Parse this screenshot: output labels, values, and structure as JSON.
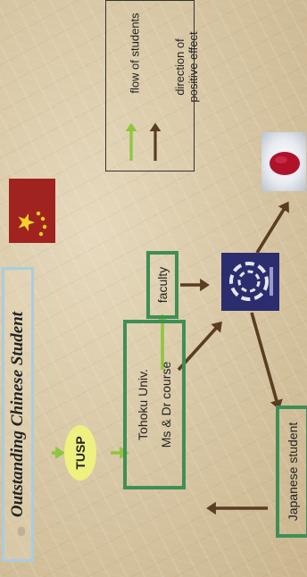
{
  "diagram": {
    "title": "Outstanding Chinese Student",
    "tusp": "TUSP",
    "university": {
      "line1": "Tohoku Univ.",
      "line2": "Ms & Dr course"
    },
    "faculty": "faculty",
    "japanese_student": "Japanese student",
    "legend": {
      "student_flow": "flow of students",
      "positive_effect_line1": "direction of",
      "positive_effect_line2": "positive effect"
    },
    "images": {
      "flag": "china-flag-icon",
      "emblem": "university-emblem-icon",
      "badge": "japan-flag-badge-icon"
    }
  },
  "colors": {
    "student_flow_arrow": "#8ec63f",
    "positive_effect_arrow": "#5a3d22",
    "box_border": "#3f8f55",
    "title_border": "#a9cde0",
    "tusp_fill": "#eef07f"
  }
}
